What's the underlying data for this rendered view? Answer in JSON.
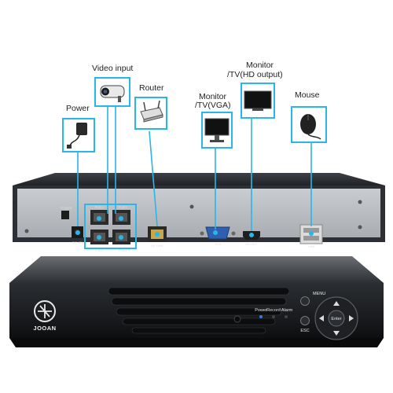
{
  "labels": {
    "video_input": "Video input",
    "router": "Router",
    "power": "Power",
    "monitor_vga_1": "Monitor",
    "monitor_vga_2": "/TV(VGA)",
    "monitor_hd_1": "Monitor",
    "monitor_hd_2": "/TV(HD output)",
    "mouse": "Mouse"
  },
  "rear_panel": {
    "power_switch": "POWER",
    "poe_top_left": "POE1",
    "poe_top_right": "POE3",
    "poe_bottom_left": "POE2",
    "poe_bottom_right": "POE4",
    "dc": "DC 48V",
    "uplink": "UP LINK",
    "vga": "VGA",
    "hd_out": "HD OUT",
    "usb": "USB"
  },
  "front_panel": {
    "brand": "JOOAN",
    "indicators": [
      "Power",
      "Record",
      "Alarm"
    ],
    "menu": "MENU",
    "esc": "ESC",
    "enter": "Enter"
  },
  "colors": {
    "accent": "#29b6e8",
    "chassis_top": "#2a2d31",
    "rear_plate": "#b9bdc2",
    "front_face": "#1a1c1f"
  }
}
